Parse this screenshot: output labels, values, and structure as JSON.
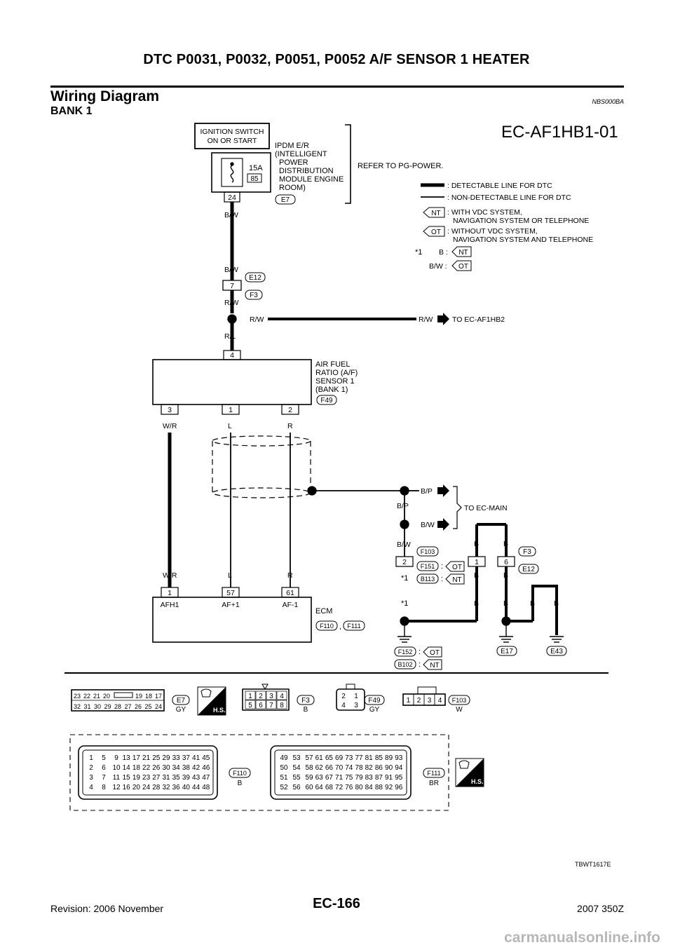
{
  "header": {
    "title": "DTC P0031, P0032, P0051, P0052 A/F SENSOR 1 HEATER",
    "section_title": "Wiring Diagram",
    "section_code": "NBS000BA",
    "subtitle": "BANK 1"
  },
  "footer": {
    "page": "EC-166",
    "revision": "Revision: 2006 November",
    "model": "2007 350Z",
    "watermark": "carmanualsonline.info"
  },
  "diagram": {
    "id": "EC-AF1HB1-01",
    "figure_code": "TBWT1617E",
    "ignition_label": [
      "IGNITION SWITCH",
      "ON OR START"
    ],
    "ipdm_label": [
      "IPDM E/R",
      "(INTELLIGENT",
      "POWER",
      "DISTRIBUTION",
      "MODULE ENGINE",
      "ROOM)"
    ],
    "ipdm_connector": "E7",
    "ipdm_terminal": "24",
    "fuse_amp": "15A",
    "fuse_num": "85",
    "refer_text": "REFER TO PG-POWER.",
    "legend": {
      "detectable": ": DETECTABLE LINE FOR DTC",
      "non_detectable": ": NON-DETECTABLE LINE FOR DTC",
      "nt_tag": "NT",
      "nt_desc": [
        ": WITH VDC SYSTEM,",
        "NAVIGATION SYSTEM OR TELEPHONE"
      ],
      "ot_tag": "OT",
      "ot_desc": [
        ": WITHOUT VDC SYSTEM,",
        "NAVIGATION SYSTEM AND TELEPHONE"
      ],
      "star": "*1",
      "b_label": "B :",
      "bw_label": "B/W :"
    },
    "wires": {
      "bw": "B/W",
      "rw": "R/W",
      "rl": "R/L",
      "wr": "W/R",
      "l": "L",
      "r": "R",
      "bp": "B/P",
      "b": "B",
      "to_af1hb2": "TO EC-AF1HB2",
      "to_main": "TO EC-MAIN"
    },
    "joint": {
      "terminal": "7",
      "conn_top": "E12",
      "conn_bottom": "F3"
    },
    "sensor": {
      "label": [
        "AIR FUEL",
        "RATIO (A/F)",
        "SENSOR 1",
        "(BANK 1)"
      ],
      "connector": "F49",
      "pin_top": "4",
      "pins_bottom": [
        "3",
        "1",
        "2"
      ]
    },
    "ecm": {
      "label": "ECM",
      "connectors": [
        "F110",
        "F111"
      ],
      "comma": ",",
      "pins": [
        "1",
        "57",
        "61"
      ],
      "pin_names": [
        "AFH1",
        "AF+1",
        "AF-1"
      ]
    },
    "ground_conns": {
      "f103": "F103",
      "f151": "F151",
      "b113": "B113",
      "f3": "F3",
      "e12": "E12",
      "pin2": "2",
      "pin1": "1",
      "pin6": "6",
      "colon": ":",
      "ot": "OT",
      "nt": "NT",
      "f152": "F152",
      "b102": "B102",
      "e17": "E17",
      "e43": "E43"
    },
    "connector_views": {
      "e7": {
        "name": "E7",
        "color": "GY",
        "top": [
          "23",
          "22",
          "21",
          "20",
          "19",
          "18",
          "17"
        ],
        "bottom": [
          "32",
          "31",
          "30",
          "29",
          "28",
          "27",
          "26",
          "25",
          "24"
        ]
      },
      "hs": "H.S.",
      "f3": {
        "name": "F3",
        "color": "B",
        "top": [
          "1",
          "2",
          "3",
          "4"
        ],
        "bottom": [
          "5",
          "6",
          "7",
          "8"
        ]
      },
      "f49": {
        "name": "F49",
        "color": "GY",
        "top": [
          "2",
          "1"
        ],
        "bottom": [
          "4",
          "3"
        ]
      },
      "f103": {
        "name": "F103",
        "color": "W",
        "pins": [
          "1",
          "2",
          "3",
          "4"
        ]
      },
      "f110": {
        "name": "F110",
        "color": "B",
        "rows": [
          [
            "1",
            "5",
            "9",
            "13",
            "17",
            "21",
            "25",
            "29",
            "33",
            "37",
            "41",
            "45"
          ],
          [
            "2",
            "6",
            "10",
            "14",
            "18",
            "22",
            "26",
            "30",
            "34",
            "38",
            "42",
            "46"
          ],
          [
            "3",
            "7",
            "11",
            "15",
            "19",
            "23",
            "27",
            "31",
            "35",
            "39",
            "43",
            "47"
          ],
          [
            "4",
            "8",
            "12",
            "16",
            "20",
            "24",
            "28",
            "32",
            "36",
            "40",
            "44",
            "48"
          ]
        ]
      },
      "f111": {
        "name": "F111",
        "color": "BR",
        "rows": [
          [
            "49",
            "53",
            "57",
            "61",
            "65",
            "69",
            "73",
            "77",
            "81",
            "85",
            "89",
            "93"
          ],
          [
            "50",
            "54",
            "58",
            "62",
            "66",
            "70",
            "74",
            "78",
            "82",
            "86",
            "90",
            "94"
          ],
          [
            "51",
            "55",
            "59",
            "63",
            "67",
            "71",
            "75",
            "79",
            "83",
            "87",
            "91",
            "95"
          ],
          [
            "52",
            "56",
            "60",
            "64",
            "68",
            "72",
            "76",
            "80",
            "84",
            "88",
            "92",
            "96"
          ]
        ]
      }
    }
  }
}
